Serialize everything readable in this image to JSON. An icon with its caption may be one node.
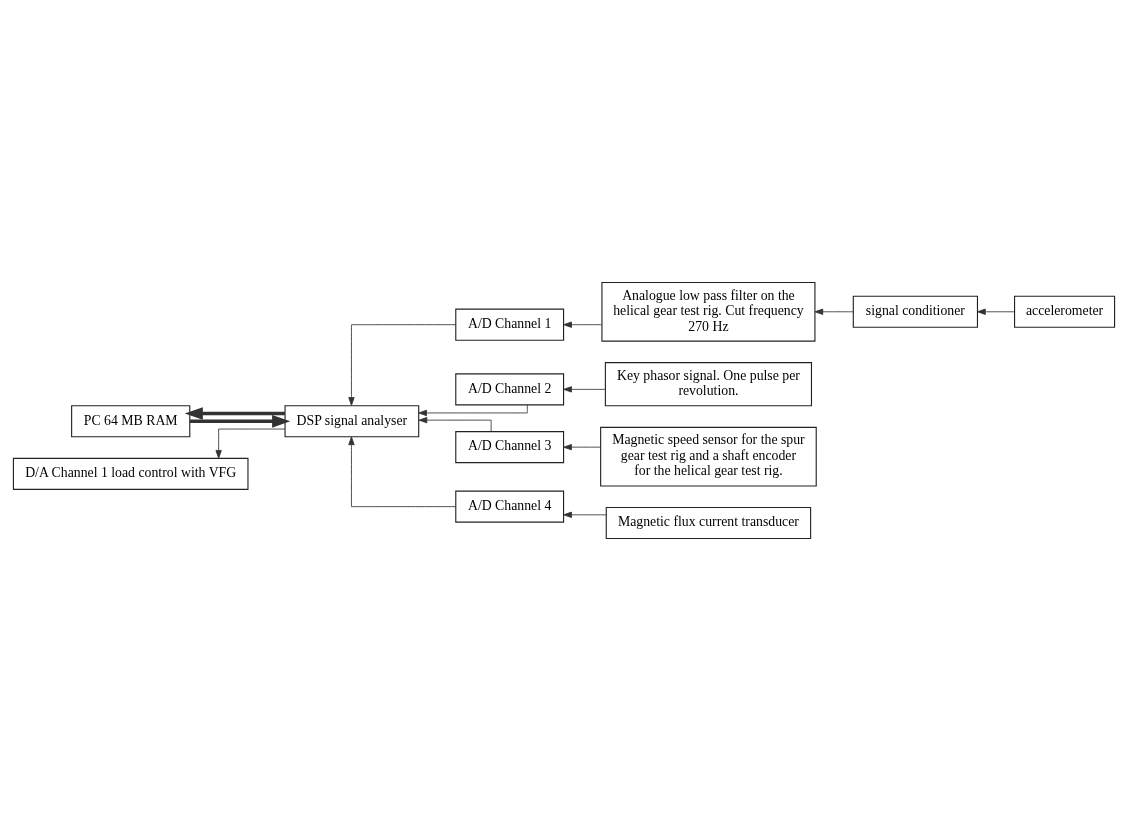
{
  "diagram": {
    "nodes": [
      {
        "text": [
          "D/A Channel 1 load control with VFG"
        ]
      },
      {
        "text": [
          "PC 64 MB RAM"
        ]
      },
      {
        "text": [
          "signal conditioner"
        ]
      },
      {
        "text": [
          "accelerometer"
        ]
      },
      {
        "text": [
          "DSP signal analyser"
        ]
      },
      {
        "text": [
          "Analogue low pass filter on the helical gear test rig. Cut frequency 270 Hz"
        ]
      },
      {
        "text": [
          "A/D Channel 1"
        ]
      },
      {
        "text": [
          "Key phasor signal. One pulse per revolution."
        ]
      },
      {
        "text": [
          "A/D Channel 2"
        ]
      },
      {
        "text": [
          "Magnetic speed sensor for the spur gear test rig and a shaft encoder for the helical gear test rig."
        ]
      },
      {
        "text": [
          "A/D Channel 3"
        ]
      },
      {
        "text": [
          "A/D Channel 4"
        ]
      },
      {
        "text": [
          "Magnetic flux current transducer"
        ]
      }
    ],
    "edges": [
      {
        "from": 4,
        "to": 1,
        "arrow": "to",
        "style": "thick"
      },
      {
        "from": 1,
        "to": 4,
        "arrow": "to",
        "style": "thick"
      },
      {
        "from": 4,
        "to": 0,
        "arrow": "to"
      },
      {
        "from": 3,
        "to": 2,
        "arrow": "to"
      },
      {
        "from": 2,
        "to": 5,
        "arrow": "to"
      },
      {
        "from": 5,
        "to": 6,
        "arrow": "to"
      },
      {
        "from": 6,
        "to": 4,
        "arrow": "to"
      },
      {
        "from": 8,
        "to": 4,
        "arrow": "to"
      },
      {
        "from": 10,
        "to": 4,
        "arrow": "to"
      },
      {
        "from": 11,
        "to": 4,
        "arrow": "to"
      },
      {
        "from": 7,
        "to": 8,
        "arrow": "to"
      },
      {
        "from": 9,
        "to": 10,
        "arrow": "to"
      },
      {
        "from": 12,
        "to": 11,
        "arrow": "to"
      }
    ]
  }
}
